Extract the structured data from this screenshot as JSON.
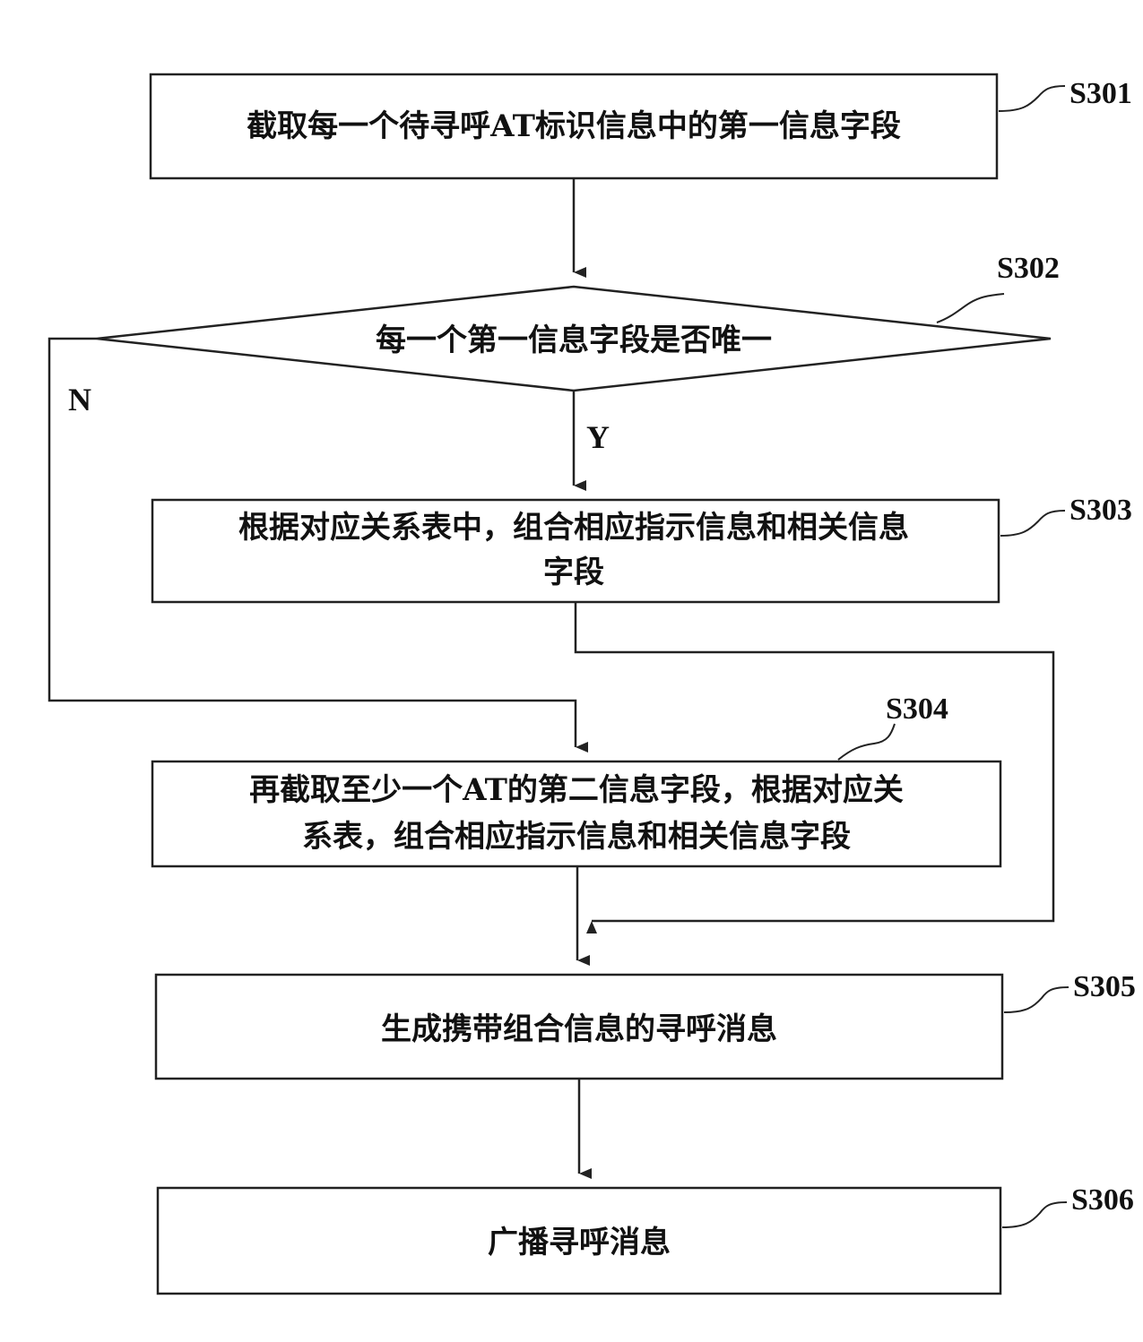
{
  "steps": {
    "s301": {
      "id": "S301",
      "text": "截取每一个待寻呼AT标识信息中的第一信息字段"
    },
    "s302": {
      "id": "S302",
      "text": "每一个第一信息字段是否唯一"
    },
    "s303": {
      "id": "S303",
      "line1": "根据对应关系表中，组合相应指示信息和相关信息",
      "line2": "字段"
    },
    "s304": {
      "id": "S304",
      "line1": "再截取至少一个AT的第二信息字段，根据对应关",
      "line2": "系表，组合相应指示信息和相关信息字段"
    },
    "s305": {
      "id": "S305",
      "text": "生成携带组合信息的寻呼消息"
    },
    "s306": {
      "id": "S306",
      "text": "广播寻呼消息"
    }
  },
  "branches": {
    "yes": "Y",
    "no": "N"
  }
}
